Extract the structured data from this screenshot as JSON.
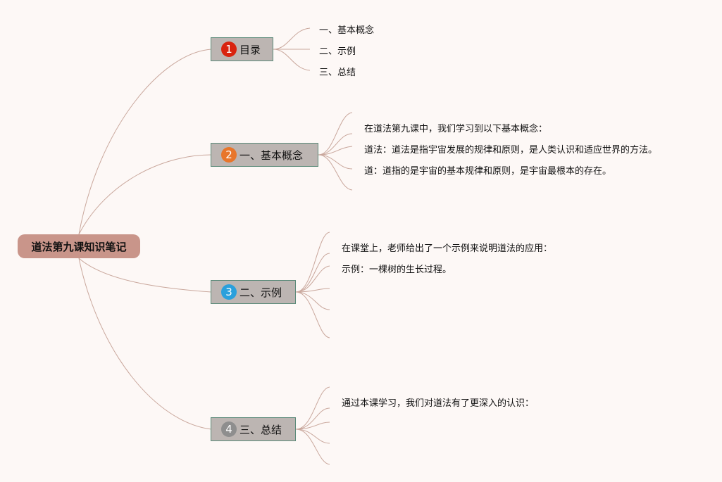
{
  "root": {
    "label": "道法第九课知识笔记"
  },
  "topics": [
    {
      "number": "1",
      "label": "目录",
      "color": "#d9230f",
      "children": [
        "一、基本概念",
        "二、示例",
        "三、总结"
      ]
    },
    {
      "number": "2",
      "label": "一、基本概念",
      "color": "#e8762b",
      "children": [
        "在道法第九课中，我们学习到以下基本概念：",
        "道法：道法是指宇宙发展的规律和原则，是人类认识和适应世界的方法。",
        "道：道指的是宇宙的基本规律和原则，是宇宙最根本的存在。"
      ]
    },
    {
      "number": "3",
      "label": "二、示例",
      "color": "#2aa0dc",
      "children": [
        "在课堂上，老师给出了一个示例来说明道法的应用：",
        "示例：一棵树的生长过程。"
      ]
    },
    {
      "number": "4",
      "label": "三、总结",
      "color": "#8e8e8e",
      "children": [
        "通过本课学习，我们对道法有了更深入的认识："
      ]
    }
  ]
}
